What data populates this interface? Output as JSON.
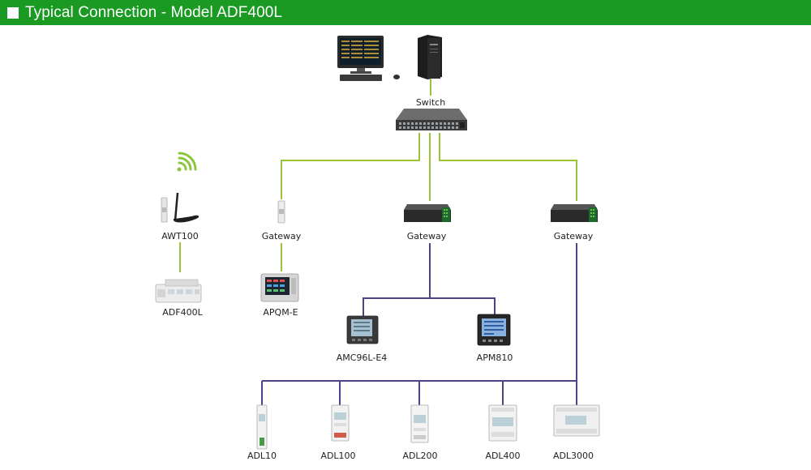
{
  "header": {
    "title": "Typical Connection - Model ADF400L"
  },
  "colors": {
    "header_bg": "#1a9a22",
    "ethernet_line": "#9bc43c",
    "rs485_line": "#4a4488",
    "wifi_icon": "#8cc63f"
  },
  "nodes": {
    "switch": "Switch",
    "awt100": "AWT100",
    "adf400l": "ADF400L",
    "gateway_din": "Gateway",
    "apqm": "APQM-E",
    "gateway_center": "Gateway",
    "gateway_right": "Gateway",
    "amc96l": "AMC96L-E4",
    "apm810": "APM810",
    "adl10": "ADL10",
    "adl100": "ADL100",
    "adl200": "ADL200",
    "adl400": "ADL400",
    "adl3000": "ADL3000"
  }
}
